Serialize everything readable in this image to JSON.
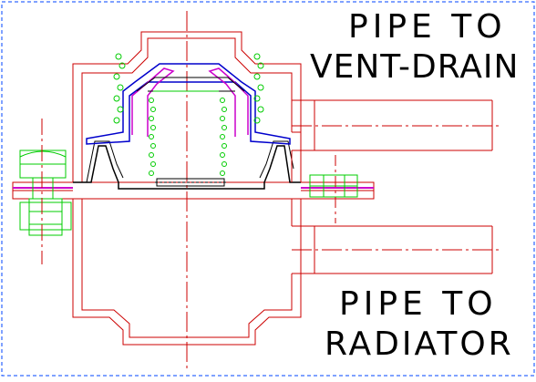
{
  "labels": {
    "vent_line1": "PIPE TO",
    "vent_line2": "VENT-DRAIN",
    "radiator_line1": "PIPE TO",
    "radiator_line2": "RADIATOR"
  },
  "colors": {
    "body": "#cc0000",
    "spring": "#00cc00",
    "diaphragm": "#cc00cc",
    "cap": "#0000cc",
    "centerline": "#cc0000",
    "frame": "#0044ff",
    "text": "#000000"
  }
}
